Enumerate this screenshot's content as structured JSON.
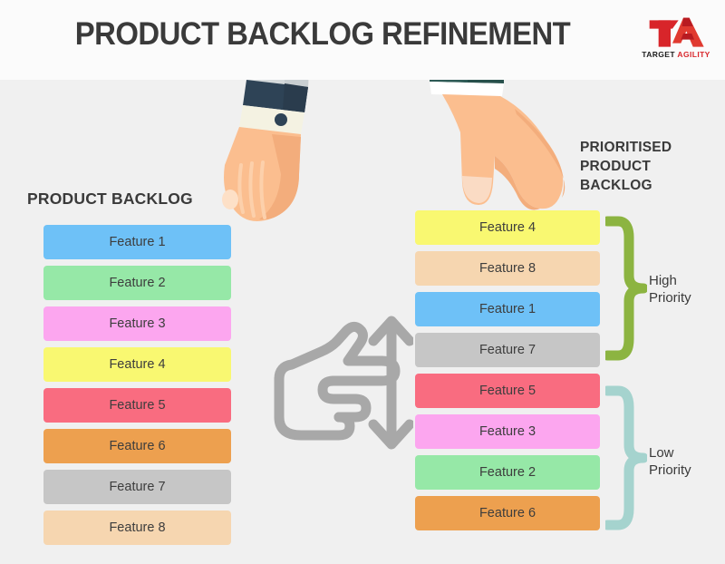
{
  "header": {
    "title": "PRODUCT BACKLOG REFINEMENT",
    "logo": {
      "mark": "TA",
      "word_one": "TARGET",
      "word_two": "AGILITY"
    }
  },
  "left_column": {
    "label": "PRODUCT BACKLOG",
    "items": [
      {
        "label": "Feature 1",
        "color": "#6EC1F7"
      },
      {
        "label": "Feature 2",
        "color": "#96E8A7"
      },
      {
        "label": "Feature 3",
        "color": "#FCA6EF"
      },
      {
        "label": "Feature 4",
        "color": "#F9F871"
      },
      {
        "label": "Feature 5",
        "color": "#F96C80"
      },
      {
        "label": "Feature 6",
        "color": "#EDA04F"
      },
      {
        "label": "Feature 7",
        "color": "#C6C6C6"
      },
      {
        "label": "Feature 8",
        "color": "#F6D6B0"
      }
    ]
  },
  "right_column": {
    "label": "PRIORITISED\nPRODUCT\nBACKLOG",
    "items": [
      {
        "label": "Feature 4",
        "color": "#F9F871"
      },
      {
        "label": "Feature 8",
        "color": "#F6D6B0"
      },
      {
        "label": "Feature 1",
        "color": "#6EC1F7"
      },
      {
        "label": "Feature 7",
        "color": "#C6C6C6"
      },
      {
        "label": "Feature 5",
        "color": "#F96C80"
      },
      {
        "label": "Feature 3",
        "color": "#FCA6EF"
      },
      {
        "label": "Feature 2",
        "color": "#96E8A7"
      },
      {
        "label": "Feature 6",
        "color": "#EDA04F"
      }
    ],
    "groups": [
      {
        "label": "High\nPriority",
        "color": "#8CB441"
      },
      {
        "label": "Low\nPriority",
        "color": "#A5D3CE"
      }
    ]
  },
  "icons": {
    "drag_reorder": "hand-drag-reorder-icon",
    "hand_left": "hand-pointing-down-icon",
    "hand_right": "hand-picking-item-icon"
  },
  "colors": {
    "header_background": "#FBFBFB",
    "page_background": "#F0F0F0",
    "text": "#3A3A3A",
    "brand_red": "#D8252A",
    "high_priority": "#8CB441",
    "low_priority": "#A5D3CE",
    "drag_icon": "#A8A8A8",
    "skin": "#FBBE8F",
    "sleeve_left": "#D5DADC",
    "cuff_left": "#2E4356",
    "sleeve_right": "#D6E2DC",
    "cuff_right": "#2E5B56"
  }
}
